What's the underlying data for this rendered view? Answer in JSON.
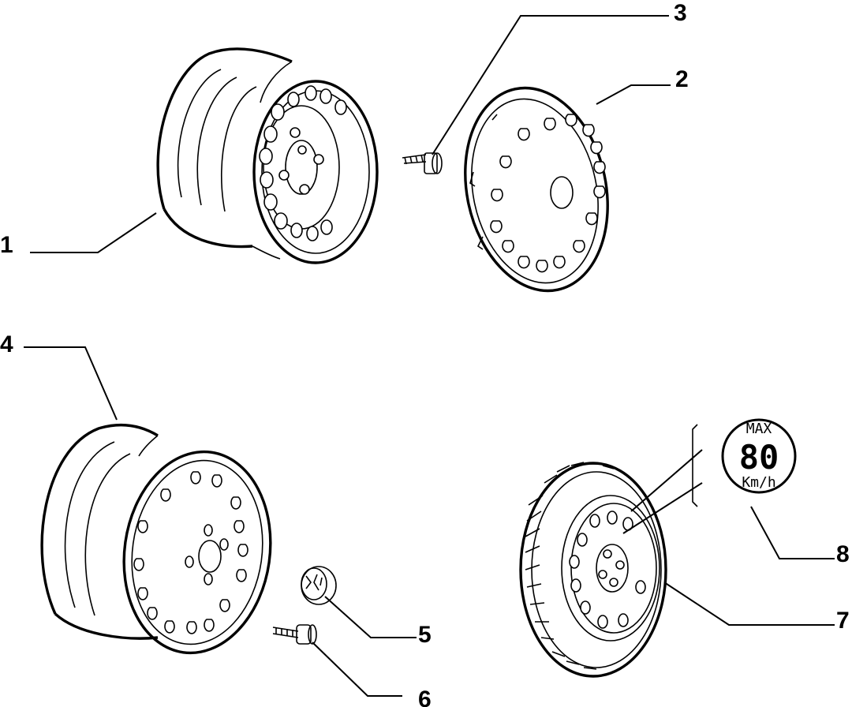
{
  "callouts": {
    "c1": "1",
    "c2": "2",
    "c3": "3",
    "c4": "4",
    "c5": "5",
    "c6": "6",
    "c7": "7",
    "c8": "8"
  },
  "speed_sign": {
    "top": "MAX",
    "value": "80",
    "unit": "Km/h"
  },
  "colors": {
    "ink": "#000000",
    "paper": "#ffffff"
  }
}
